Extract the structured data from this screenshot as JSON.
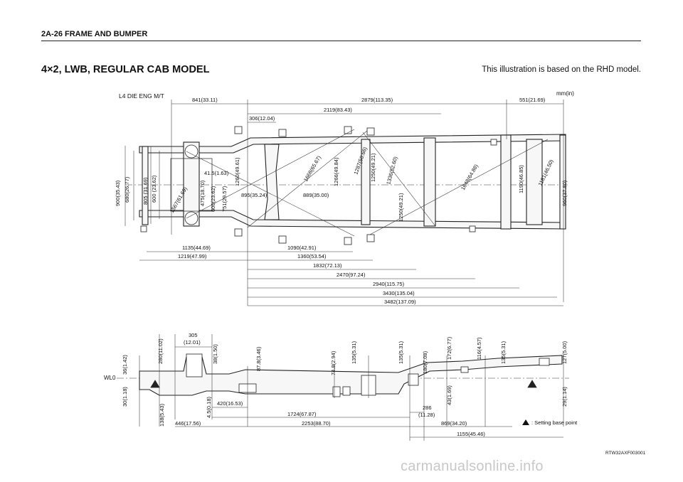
{
  "header": {
    "text": "2A-26  FRAME AND BUMPER"
  },
  "title": {
    "text": "4×2, LWB, REGULAR CAB MODEL"
  },
  "note": {
    "text": "This illustration is based on the RHD model."
  },
  "plan_view": {
    "engine_label": "L4 DIE ENG M/T",
    "unit_label": "mm(in)",
    "dims": {
      "d841": "841(33.11)",
      "d2879": "2879(113.35)",
      "d551": "551(21.69)",
      "d2119": "2119(83.43)",
      "d306": "306(12.04)",
      "d900": "900(35.43)",
      "d680": "680(26.77)",
      "d805": "805 (31.69)",
      "d600a": "600 (23.62)",
      "d1567": "1567(61.69)",
      "d475": "475(18.70)",
      "d600b": "600(23.62)",
      "d751": "751(29.57)",
      "d41": "41.5(1.63)",
      "d1260": "1260(49.61)",
      "d895": "895(35.24)",
      "d889": "889(35.00)",
      "d1668": "1668(65.67)",
      "d1266": "1266(49.84)",
      "d1287": "1287(50.66)",
      "d1250a": "1250(49.21)",
      "d1336": "1336(52.60)",
      "d1250b": "1250(49.21)",
      "d1648": "1648(64.88)",
      "d1190": "1190(46.85)",
      "d1181": "1181(46.50)",
      "d960": "960(37.80)",
      "d1135": "1135(44.69)",
      "d1090": "1090(42.91)",
      "d1219": "1219(47.99)",
      "d1360": "1360(53.54)",
      "d1832": "1832(72.13)",
      "d2470": "2470(97.24)",
      "d2940": "2940(115.75)",
      "d3430": "3430(135.04)",
      "d3482": "3482(137.09)"
    }
  },
  "side_view": {
    "wl0": "WL0",
    "setting_point": ": Setting base point",
    "dims": {
      "d305a": "305",
      "d305b": "(12.01)",
      "d36": "36(1.42)",
      "d280": "280(11.02)",
      "d38": "38(1.50)",
      "d87": "87.8(3.46)",
      "d74": "74.8(2.94)",
      "d135a": "135(5.31)",
      "d135b": "135(5.31)",
      "d180": "180(7.08)",
      "d172": "172(6.77)",
      "d116": "116(4.57)",
      "d135c": "135(5.31)",
      "d127": "127(5.00)",
      "d30": "30(1.18)",
      "d138": "138(5.43)",
      "d45": "4.5(0.18)",
      "d43": "43(1.69)",
      "d29": "29(1.14)",
      "d420": "420(16.53)",
      "d1724": "1724(67.87)",
      "d286a": "286",
      "d286b": "(11.28)",
      "d446": "446(17.56)",
      "d2253": "2253(88.70)",
      "d869": "869(34.20)",
      "d1155": "1155(45.46)"
    }
  },
  "figure_code": "RTW32AXF003001",
  "watermark": "carmanualsonline.info"
}
